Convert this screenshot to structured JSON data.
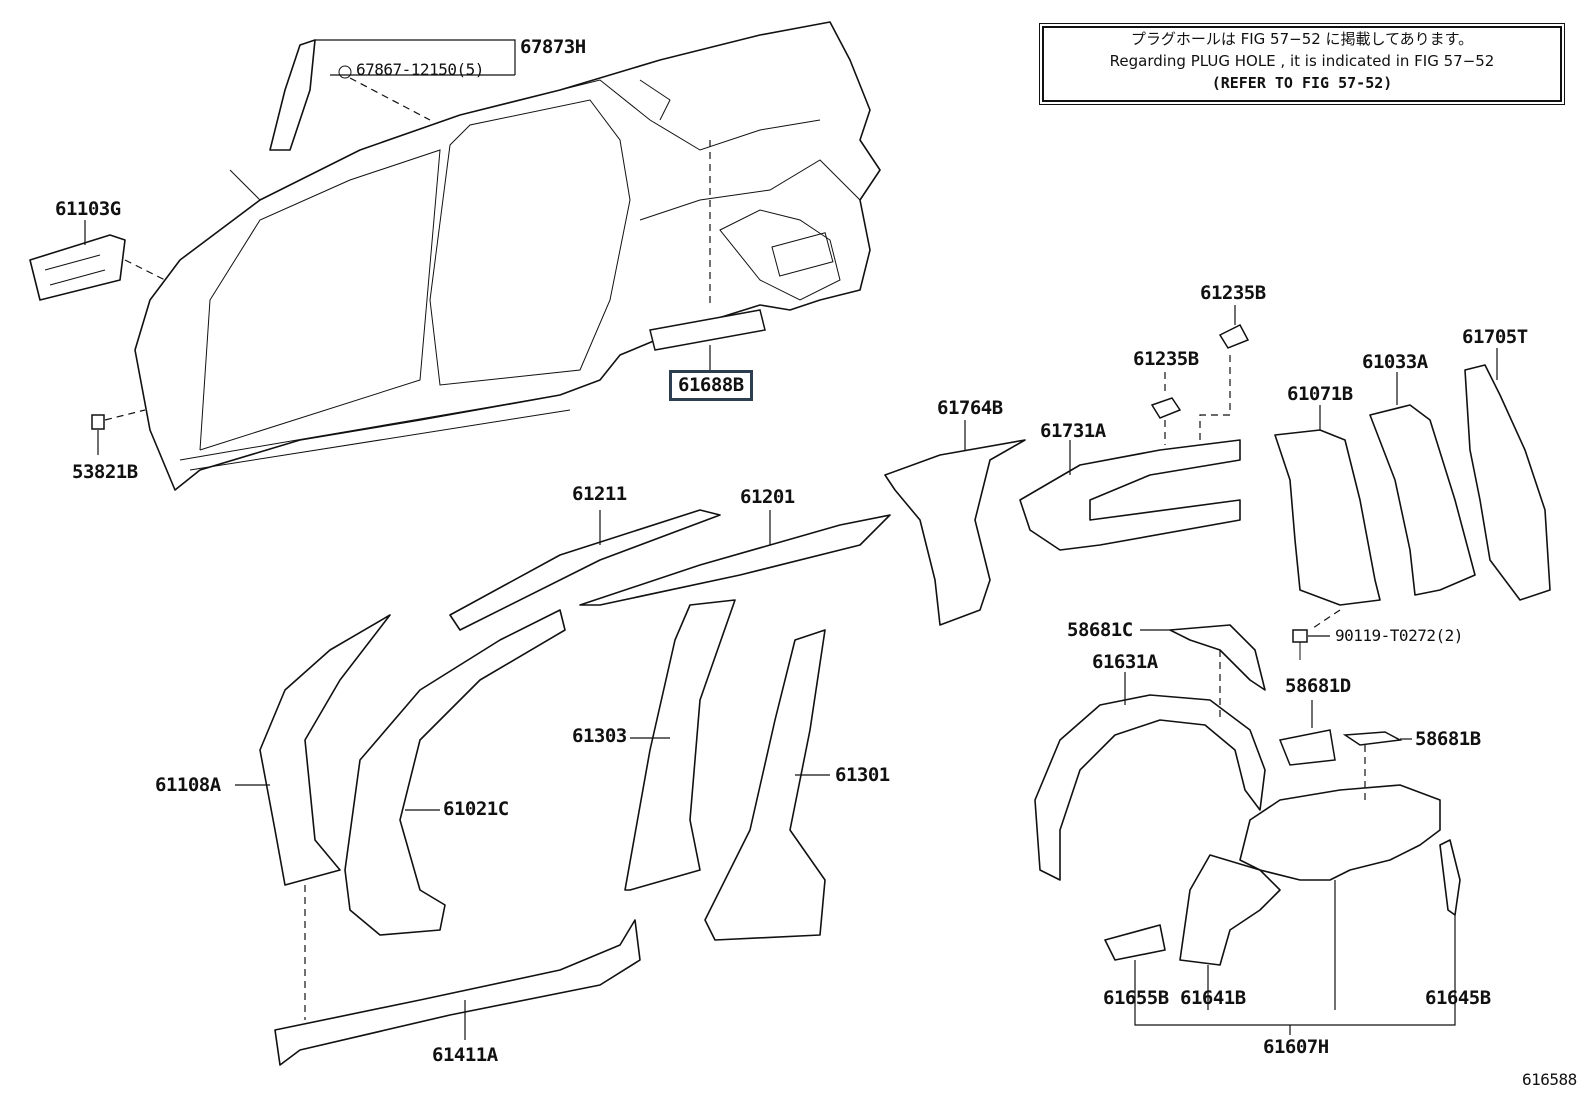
{
  "note": {
    "line_jp": "プラグホールは FIG 57−52 に掲載してあります。",
    "line_en": "Regarding PLUG HOLE , it is indicated in FIG 57−52",
    "line_ref": "(REFER TO FIG 57-52)"
  },
  "labels": {
    "p67873H": "67873H",
    "p67867": "67867-12150(5)",
    "p61103G": "61103G",
    "p53821B": "53821B",
    "p61688B": "61688B",
    "p61235B_top": "61235B",
    "p61235B_mid": "61235B",
    "p61705T": "61705T",
    "p61033A": "61033A",
    "p61071B": "61071B",
    "p61764B": "61764B",
    "p61731A": "61731A",
    "p61211": "61211",
    "p61201": "61201",
    "p90119": "90119-T0272(2)",
    "p58681C": "58681C",
    "p61631A": "61631A",
    "p58681D": "58681D",
    "p58681B": "58681B",
    "p61108A": "61108A",
    "p61021C": "61021C",
    "p61303": "61303",
    "p61301": "61301",
    "p61655B": "61655B",
    "p61641B": "61641B",
    "p61645B": "61645B",
    "p61607H": "61607H",
    "p61411A": "61411A",
    "figure_id": "616588"
  }
}
